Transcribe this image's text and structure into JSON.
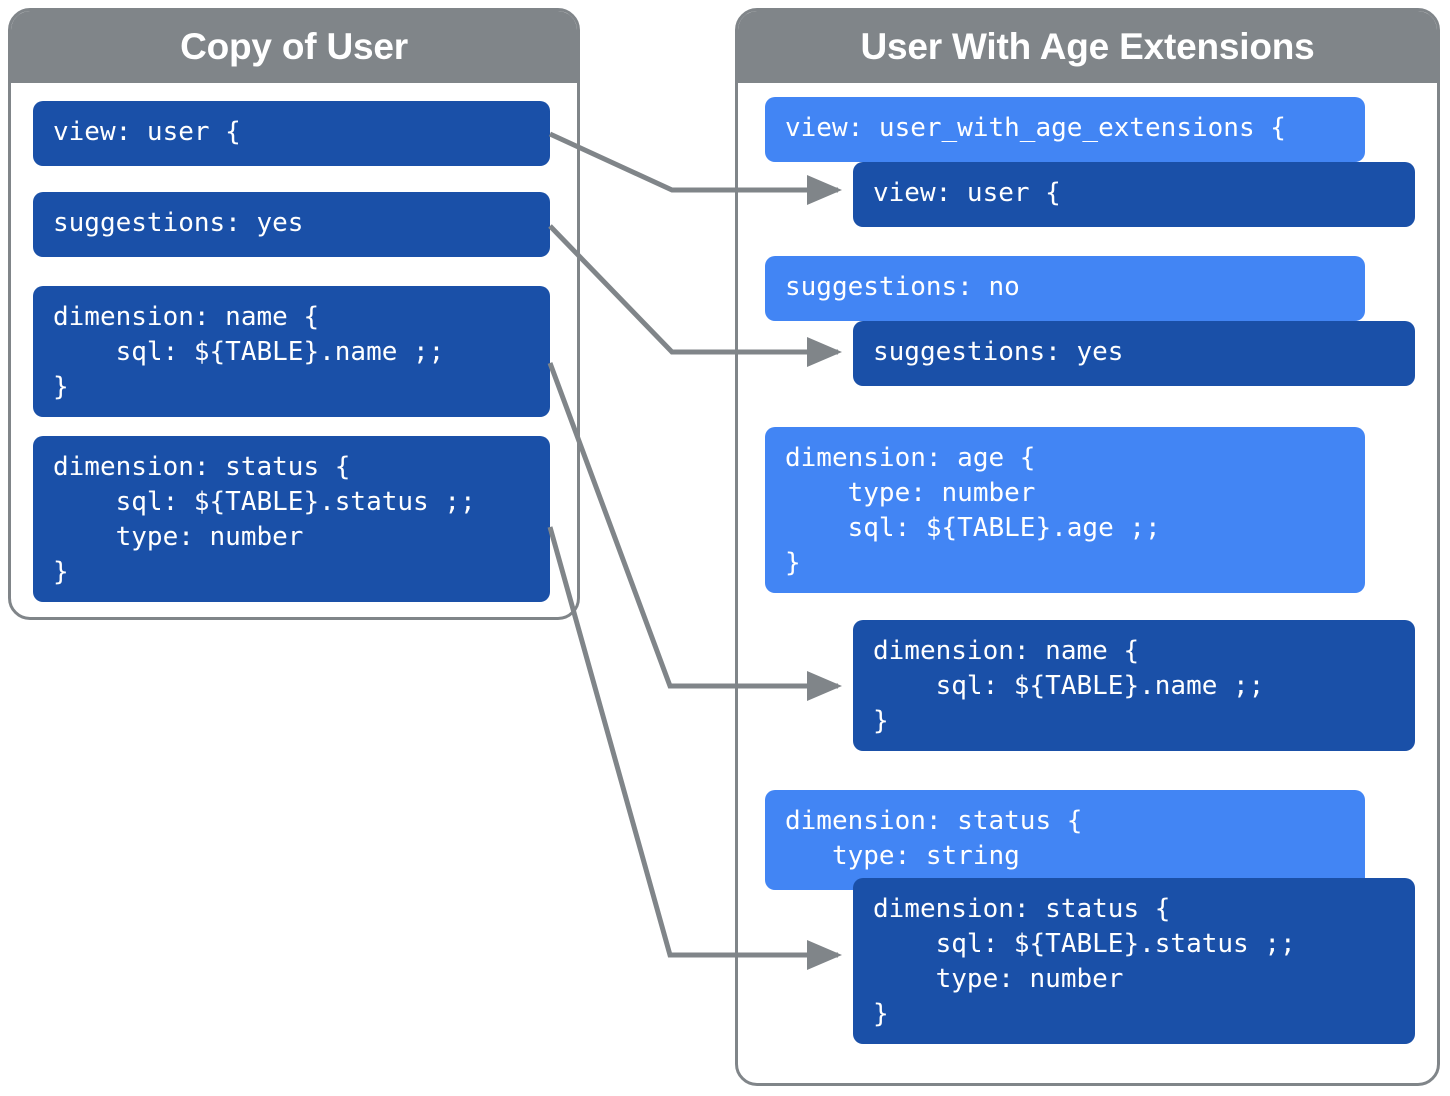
{
  "diagram": {
    "title_left": "Copy of User",
    "title_right": "User With Age Extensions",
    "colors": {
      "header_gray": "#808589",
      "base_blue": "#1a50a8",
      "refine_blue": "#4285f4",
      "connector_gray": "#808589",
      "panel_background": "#ffffff",
      "code_text": "#ffffff"
    }
  },
  "left_panel": {
    "title": "Copy of User",
    "blocks": [
      {
        "id": "view",
        "style": "base",
        "code": "view: user {"
      },
      {
        "id": "suggestions",
        "style": "base",
        "code": "suggestions: yes"
      },
      {
        "id": "dimension-name",
        "style": "base",
        "code": "dimension: name {\n    sql: ${TABLE}.name ;;\n}"
      },
      {
        "id": "dimension-status",
        "style": "base",
        "code": "dimension: status {\n    sql: ${TABLE}.status ;;\n    type: number\n}"
      }
    ]
  },
  "right_panel": {
    "title": "User With Age Extensions",
    "blocks": [
      {
        "id": "view-extension",
        "style": "refine",
        "code": "view: user_with_age_extensions {"
      },
      {
        "id": "view-base",
        "style": "base",
        "code": "view: user {"
      },
      {
        "id": "suggestions-extension",
        "style": "refine",
        "code": "suggestions: no"
      },
      {
        "id": "suggestions-base",
        "style": "base",
        "code": "suggestions: yes"
      },
      {
        "id": "dimension-age-extension",
        "style": "refine",
        "code": "dimension: age {\n    type: number\n    sql: ${TABLE}.age ;;\n}"
      },
      {
        "id": "dimension-name-base",
        "style": "base",
        "code": "dimension: name {\n    sql: ${TABLE}.name ;;\n}"
      },
      {
        "id": "dimension-status-extension",
        "style": "refine",
        "code": "dimension: status {\n   type: string"
      },
      {
        "id": "dimension-status-base",
        "style": "base",
        "code": "dimension: status {\n    sql: ${TABLE}.status ;;\n    type: number\n}"
      }
    ]
  },
  "connectors": [
    {
      "id": "view-link",
      "from": "left.view",
      "to": "right.view-base"
    },
    {
      "id": "suggestions-link",
      "from": "left.suggestions",
      "to": "right.suggestions-base"
    },
    {
      "id": "name-link",
      "from": "left.dimension-name",
      "to": "right.dimension-name-base"
    },
    {
      "id": "status-link",
      "from": "left.dimension-status",
      "to": "right.dimension-status-base"
    }
  ]
}
